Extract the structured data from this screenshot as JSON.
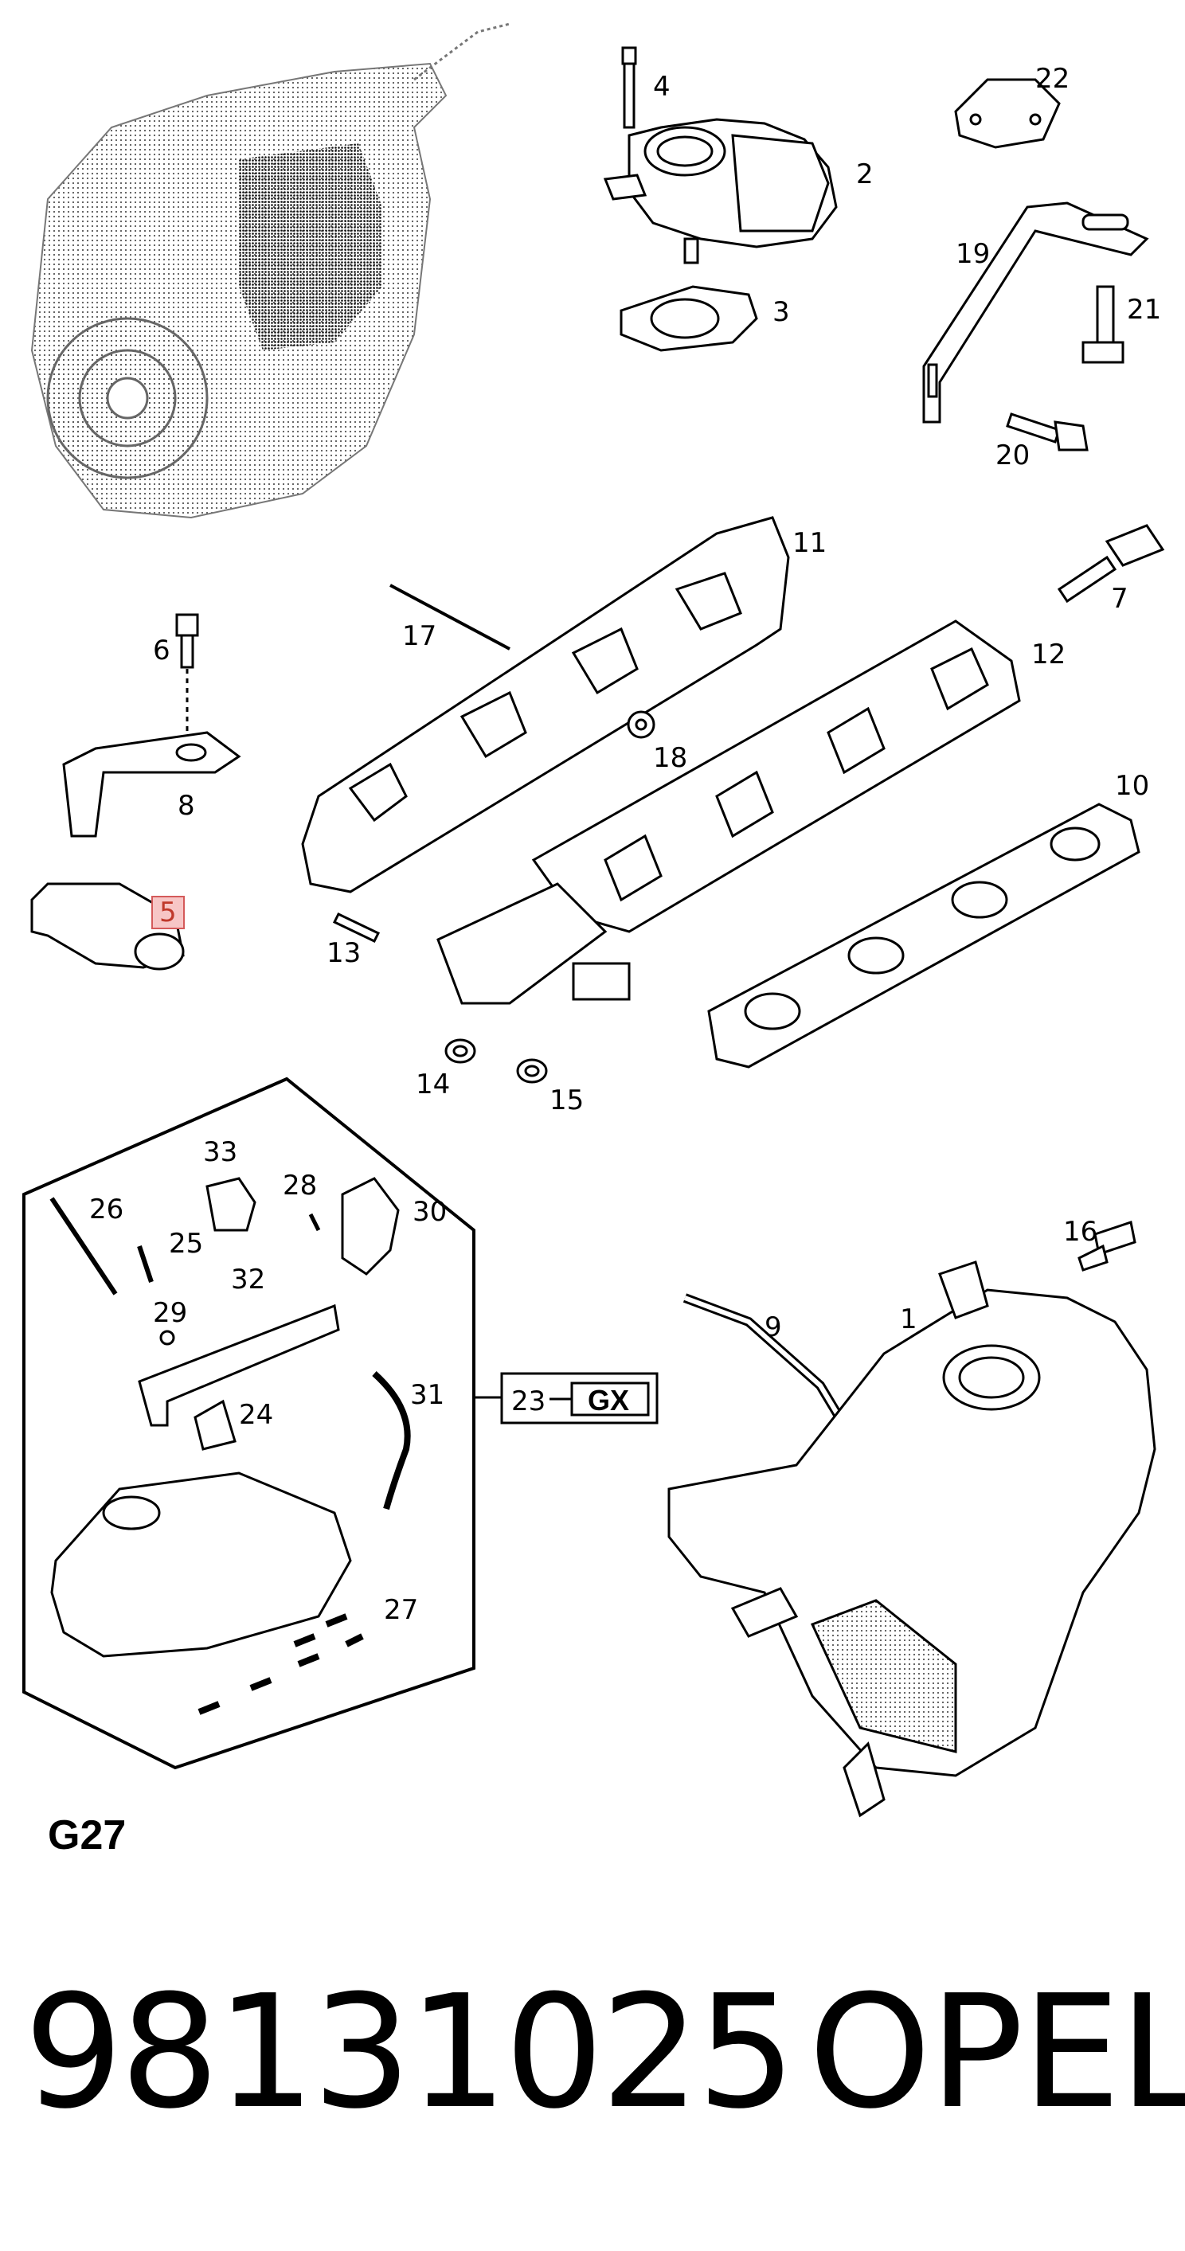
{
  "callouts": [
    {
      "id": "1",
      "label": "1"
    },
    {
      "id": "2",
      "label": "2"
    },
    {
      "id": "3",
      "label": "3"
    },
    {
      "id": "4",
      "label": "4"
    },
    {
      "id": "5",
      "label": "5",
      "highlight": true
    },
    {
      "id": "6",
      "label": "6"
    },
    {
      "id": "7",
      "label": "7"
    },
    {
      "id": "8",
      "label": "8"
    },
    {
      "id": "9",
      "label": "9"
    },
    {
      "id": "10",
      "label": "10"
    },
    {
      "id": "11",
      "label": "11"
    },
    {
      "id": "12",
      "label": "12"
    },
    {
      "id": "13",
      "label": "13"
    },
    {
      "id": "14",
      "label": "14"
    },
    {
      "id": "15",
      "label": "15"
    },
    {
      "id": "16",
      "label": "16"
    },
    {
      "id": "17",
      "label": "17"
    },
    {
      "id": "18",
      "label": "18"
    },
    {
      "id": "19",
      "label": "19"
    },
    {
      "id": "20",
      "label": "20"
    },
    {
      "id": "21",
      "label": "21"
    },
    {
      "id": "22",
      "label": "22"
    },
    {
      "id": "24",
      "label": "24"
    },
    {
      "id": "25",
      "label": "25"
    },
    {
      "id": "26",
      "label": "26"
    },
    {
      "id": "27",
      "label": "27"
    },
    {
      "id": "28",
      "label": "28"
    },
    {
      "id": "29",
      "label": "29"
    },
    {
      "id": "30",
      "label": "30"
    },
    {
      "id": "31",
      "label": "31"
    },
    {
      "id": "32",
      "label": "32"
    },
    {
      "id": "33",
      "label": "33"
    }
  ],
  "kit_box": {
    "number": "23",
    "label": "GX"
  },
  "sheet_code": "G27",
  "part_number": "98131025",
  "brand": "OPEL",
  "colors": {
    "line": "#000000",
    "highlight_fill": "#f7c6c6",
    "highlight_border": "#d45a5a",
    "highlight_text": "#c0392b"
  }
}
